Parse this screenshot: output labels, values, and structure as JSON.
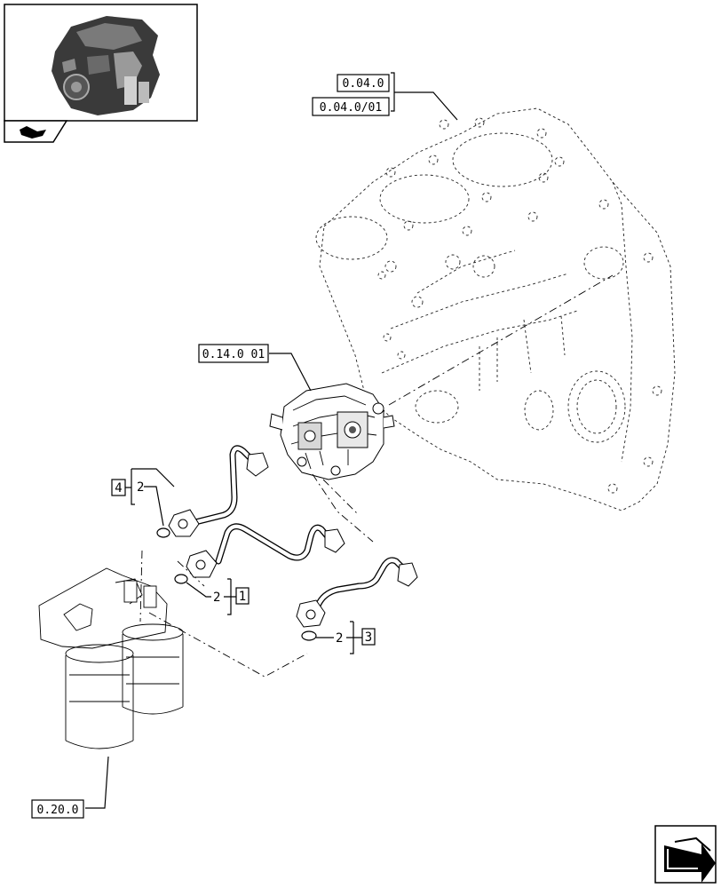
{
  "references": {
    "engine_block_primary": "0.04.0",
    "engine_block_secondary": "0.04.0/01",
    "injection_pump": "0.14.0 01",
    "fuel_filter": "0.20.0"
  },
  "callouts": {
    "pipe_1": {
      "item": "1",
      "part": "2"
    },
    "pipe_3": {
      "item": "3",
      "part": "2"
    },
    "pipe_4": {
      "item": "4",
      "part": "2"
    }
  },
  "icons": {
    "thumbnail": "engine-thumbnail-icon",
    "section_badge": "book-arrow-icon",
    "next_page": "next-page-arrow-icon"
  }
}
